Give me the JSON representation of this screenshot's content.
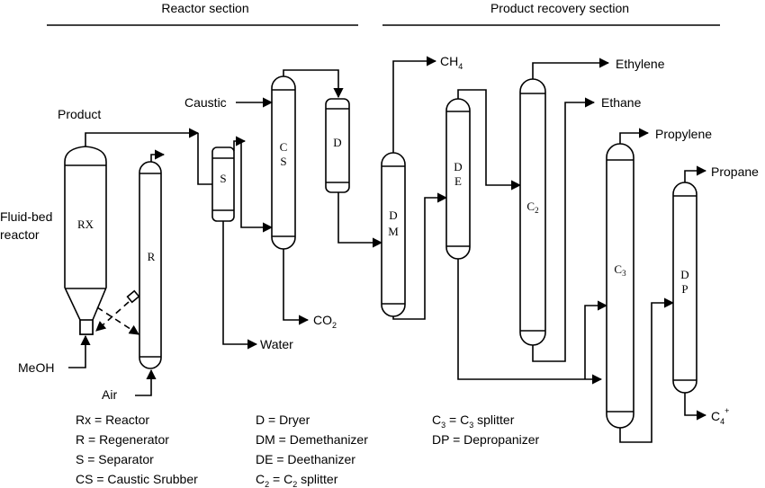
{
  "sections": {
    "reactor": "Reactor section",
    "recovery": "Product recovery section"
  },
  "units": {
    "rx": "RX",
    "r": "R",
    "s": "S",
    "cs": "CS",
    "d": "D",
    "dm": "DM",
    "de": "DE",
    "c2_main": "C",
    "c2_sub": "2",
    "c3_main": "C",
    "c3_sub": "3",
    "dp": "DP"
  },
  "streams": {
    "product": "Product",
    "fluid_bed_1": "Fluid-bed",
    "fluid_bed_2": "reactor",
    "meoh": "MeOH",
    "air": "Air",
    "caustic": "Caustic",
    "water": "Water",
    "co2_main": "CO",
    "co2_sub": "2",
    "ch4_main": "CH",
    "ch4_sub": "4",
    "ethylene": "Ethylene",
    "ethane": "Ethane",
    "propylene": "Propylene",
    "propane": "Propane",
    "c4_main": "C",
    "c4_sub": "4",
    "c4_sup": "+"
  },
  "legend": {
    "rx": "Rx = Reactor",
    "r": "R = Regenerator",
    "s": "S = Separator",
    "cs": "CS = Caustic Srubber",
    "d": "D = Dryer",
    "dm": "DM = Demethanizer",
    "de": "DE = Deethanizer",
    "c2_a": "C",
    "c2_b": "2",
    "c2_c": " = C",
    "c2_d": "2",
    "c2_e": " splitter",
    "c3_a": "C",
    "c3_b": "3",
    "c3_c": " = C",
    "c3_d": "3",
    "c3_e": " splitter",
    "dp": "DP = Depropanizer"
  }
}
